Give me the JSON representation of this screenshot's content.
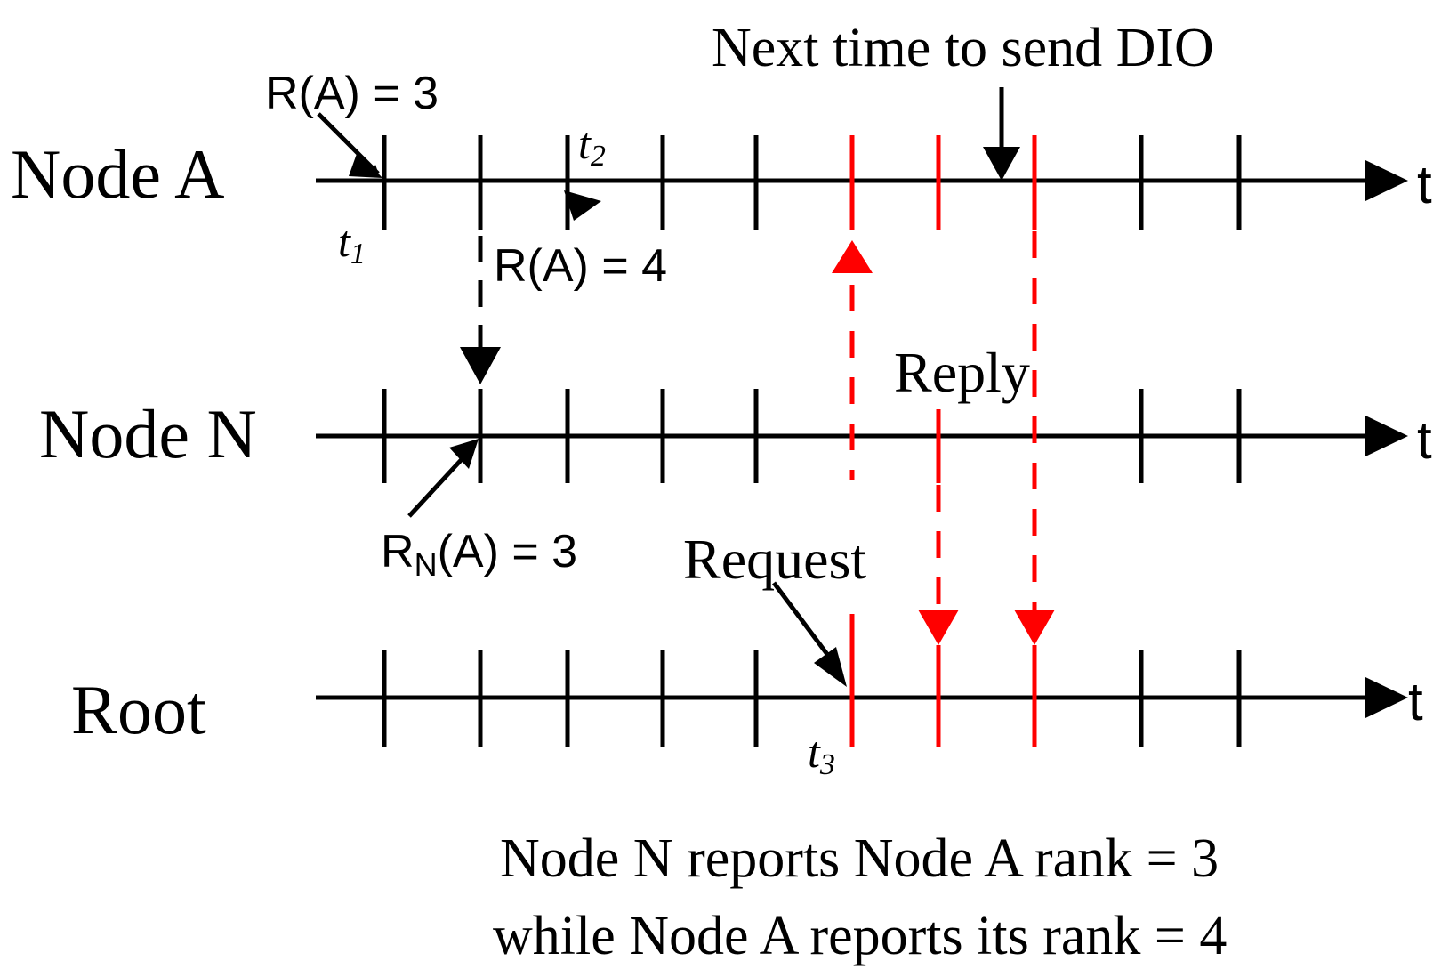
{
  "labels": {
    "next_dio": "Next time to send DIO",
    "r_a_3": "R(A) = 3",
    "r_a_4": "R(A) = 4",
    "rn_a_3_prefix": "R",
    "rn_a_3_sub": "N",
    "rn_a_3_suffix": "(A) = 3",
    "reply": "Reply",
    "request": "Request",
    "t1_base": "t",
    "t1_sub": "1",
    "t2_base": "t",
    "t2_sub": "2",
    "t3_base": "t",
    "t3_sub": "3",
    "caption_line1": "Node N reports Node A rank = 3",
    "caption_line2": "while Node A reports its rank = 4"
  },
  "timelines": [
    {
      "label": "Node A",
      "axis_label": "t"
    },
    {
      "label": "Node N",
      "axis_label": "t"
    },
    {
      "label": "Root",
      "axis_label": "t"
    }
  ],
  "colors": {
    "line": "#000000",
    "highlight": "#ff0000"
  }
}
